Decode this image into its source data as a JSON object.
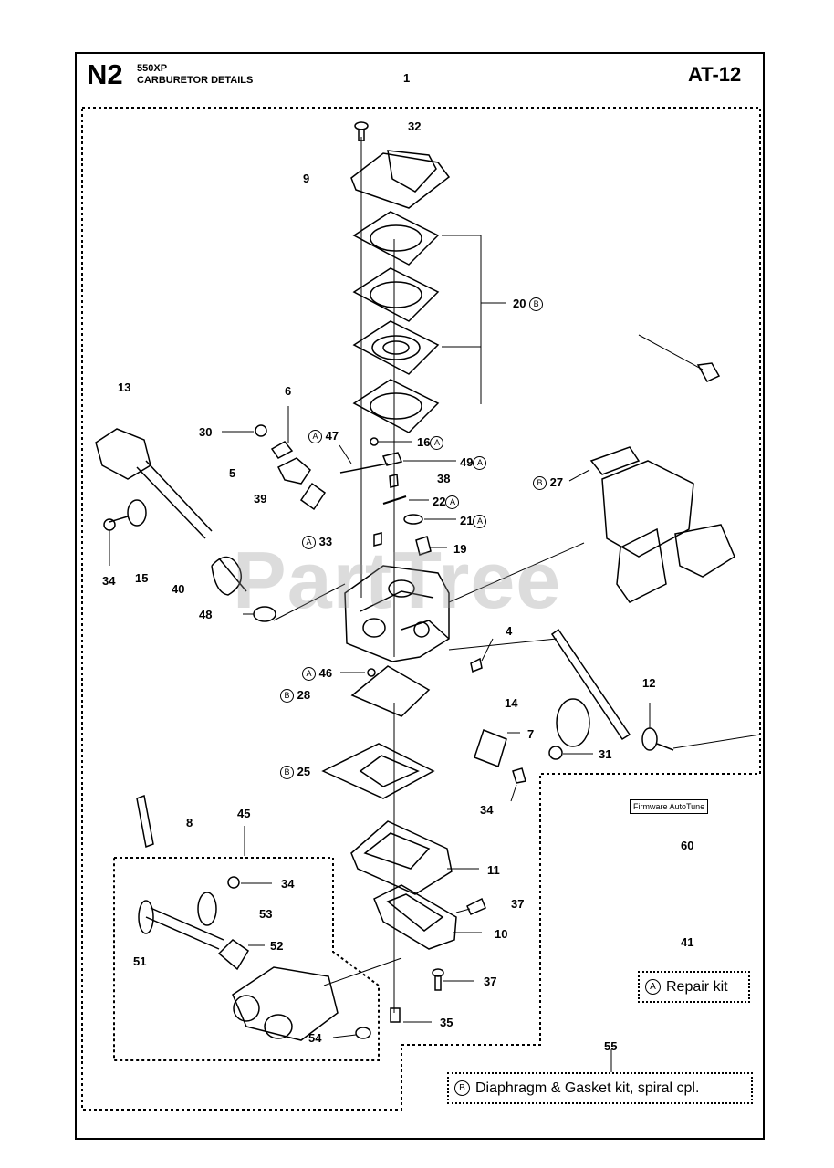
{
  "header": {
    "section_code": "N2",
    "model": "550XP",
    "title": "CARBURETOR DETAILS",
    "page_number": "1",
    "page_code": "AT-12"
  },
  "watermark": "PartTree",
  "callouts": {
    "c32": "32",
    "c9": "9",
    "c20": "20",
    "c13": "13",
    "c6": "6",
    "c30": "30",
    "c47": "47",
    "c16": "16",
    "c49": "49",
    "c5": "5",
    "c38": "38",
    "c27": "27",
    "c39": "39",
    "c22": "22",
    "c21": "21",
    "c33": "33",
    "c19": "19",
    "c34a": "34",
    "c15": "15",
    "c40": "40",
    "c48": "48",
    "c4": "4",
    "c46": "46",
    "c28": "28",
    "c12": "12",
    "c14": "14",
    "c7": "7",
    "c31": "31",
    "c25": "25",
    "c34b": "34",
    "c8": "8",
    "c45": "45",
    "c60": "60",
    "c11": "11",
    "c34c": "34",
    "c53": "53",
    "c37a": "37",
    "c10": "10",
    "c52": "52",
    "c51": "51",
    "c41": "41",
    "c37b": "37",
    "c35": "35",
    "c54": "54",
    "c55": "55"
  },
  "kit_markers": {
    "a": "A",
    "b": "B"
  },
  "firmware_note": "Firmware AutoTune",
  "legend": {
    "repair_kit": "Repair kit",
    "diaphragm_kit": "Diaphragm & Gasket kit, spiral cpl."
  }
}
